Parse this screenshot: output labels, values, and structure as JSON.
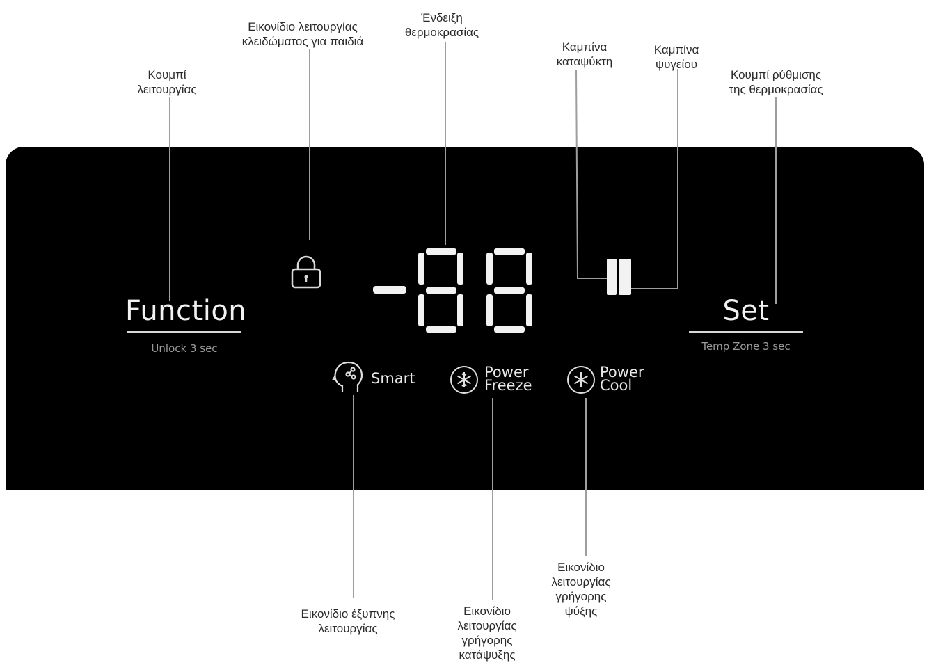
{
  "callouts": {
    "function_button": "Κουμπί\nλειτουργίας",
    "child_lock_icon": "Εικονίδιο λειτουργίας\nκλειδώματος για παιδιά",
    "temperature_display": "Ένδειξη\nθερμοκρασίας",
    "freezer_curve": "Καμπίνα\nκαταψύκτη",
    "fridge_curve": "Καμπίνα\nψυγείου",
    "set_button": "Κουμπί ρύθμισης\nτης θερμοκρασίας",
    "smart_icon": "Εικονίδιο έξυπνης\nλειτουργίας",
    "power_freeze_icon": "Εικονίδιο\nλειτουργίας\nγρήγορης\nκατάψυξης",
    "power_cool_icon": "Εικονίδιο\nλειτουργίας\nγρήγορης\nψύξης"
  },
  "panel": {
    "function_label": "Function",
    "function_sub": "Unlock 3 sec",
    "set_label": "Set",
    "set_sub": "Temp Zone 3 sec",
    "display_value": "-88",
    "modes": {
      "smart": "Smart",
      "power_freeze": "Power\nFreeze",
      "power_cool": "Power\nCool"
    }
  },
  "colors": {
    "panel": "#000000",
    "display_segments": "#f2f2f2",
    "leader_lines": "#9e9e9e"
  },
  "icons": [
    "lock-icon",
    "smart-head-icon",
    "power-freeze-snowflake-icon",
    "power-cool-asterisk-icon"
  ]
}
